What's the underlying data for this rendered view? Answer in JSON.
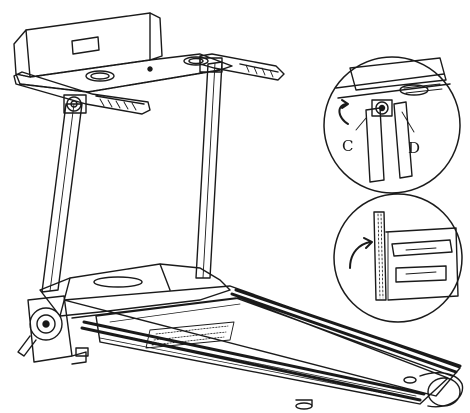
{
  "figure": {
    "callouts": [
      {
        "id": "C",
        "label": "C"
      },
      {
        "id": "D",
        "label": "D"
      }
    ]
  }
}
